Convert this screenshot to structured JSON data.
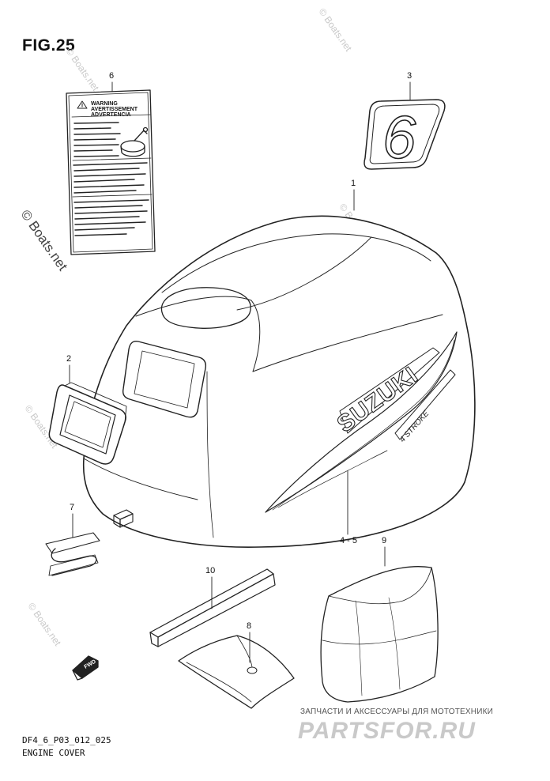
{
  "figure": {
    "title": "FIG.25"
  },
  "callouts": {
    "c1": "1",
    "c2": "2",
    "c3": "3",
    "c45": "4 - 5",
    "c6": "6",
    "c7": "7",
    "c8": "8",
    "c9": "9",
    "c10": "10"
  },
  "label": {
    "warning": "WARNING",
    "avertissement": "AVERTISSEMENT",
    "advertencia": "ADVERTENCIA"
  },
  "decal_number": "6",
  "cover_brand": "SUZUKI",
  "cover_sub": "4 STROKE",
  "fwd_text": "FWD",
  "footer": {
    "code": "DF4_6_P03_012_025",
    "name": "ENGINE COVER"
  },
  "watermark": {
    "small": "© Boats.net",
    "large": "© Boats.net"
  },
  "brand": {
    "subtitle": "ЗАПЧАСТИ И АКСЕССУАРЫ ДЛЯ МОТОТЕХНИКИ",
    "name": "PARTSFOR.RU"
  }
}
